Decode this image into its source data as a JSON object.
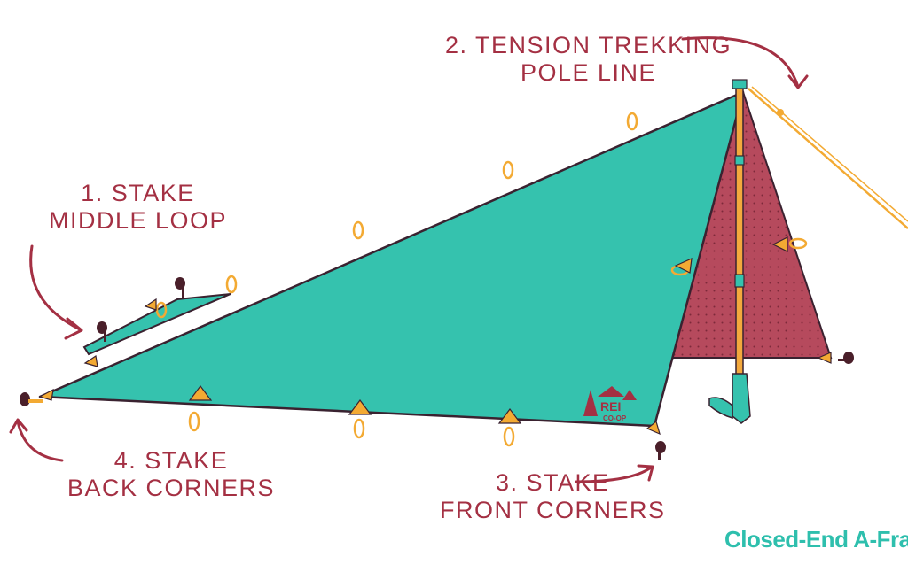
{
  "labels": {
    "step1": {
      "line1": "1. STAKE",
      "line2": "MIDDLE LOOP"
    },
    "step2": {
      "line1": "2. TENSION TREKKING",
      "line2": "POLE LINE"
    },
    "step3": {
      "line1": "3. STAKE",
      "line2": "FRONT CORNERS"
    },
    "step4": {
      "line1": "4. STAKE",
      "line2": "BACK CORNERS"
    }
  },
  "caption": "Closed-End A-Frame",
  "logo": {
    "line1": "REI",
    "line2": "CO-OP"
  },
  "colors": {
    "tarp": "#35c2ae",
    "end_panel": "#b64a5d",
    "outline": "#3a2230",
    "label_text": "#a43043",
    "caption_text": "#2ebfad",
    "guyline": "#f3aa33",
    "pole": "#f4a93d",
    "stake": "#4a1f2a"
  }
}
